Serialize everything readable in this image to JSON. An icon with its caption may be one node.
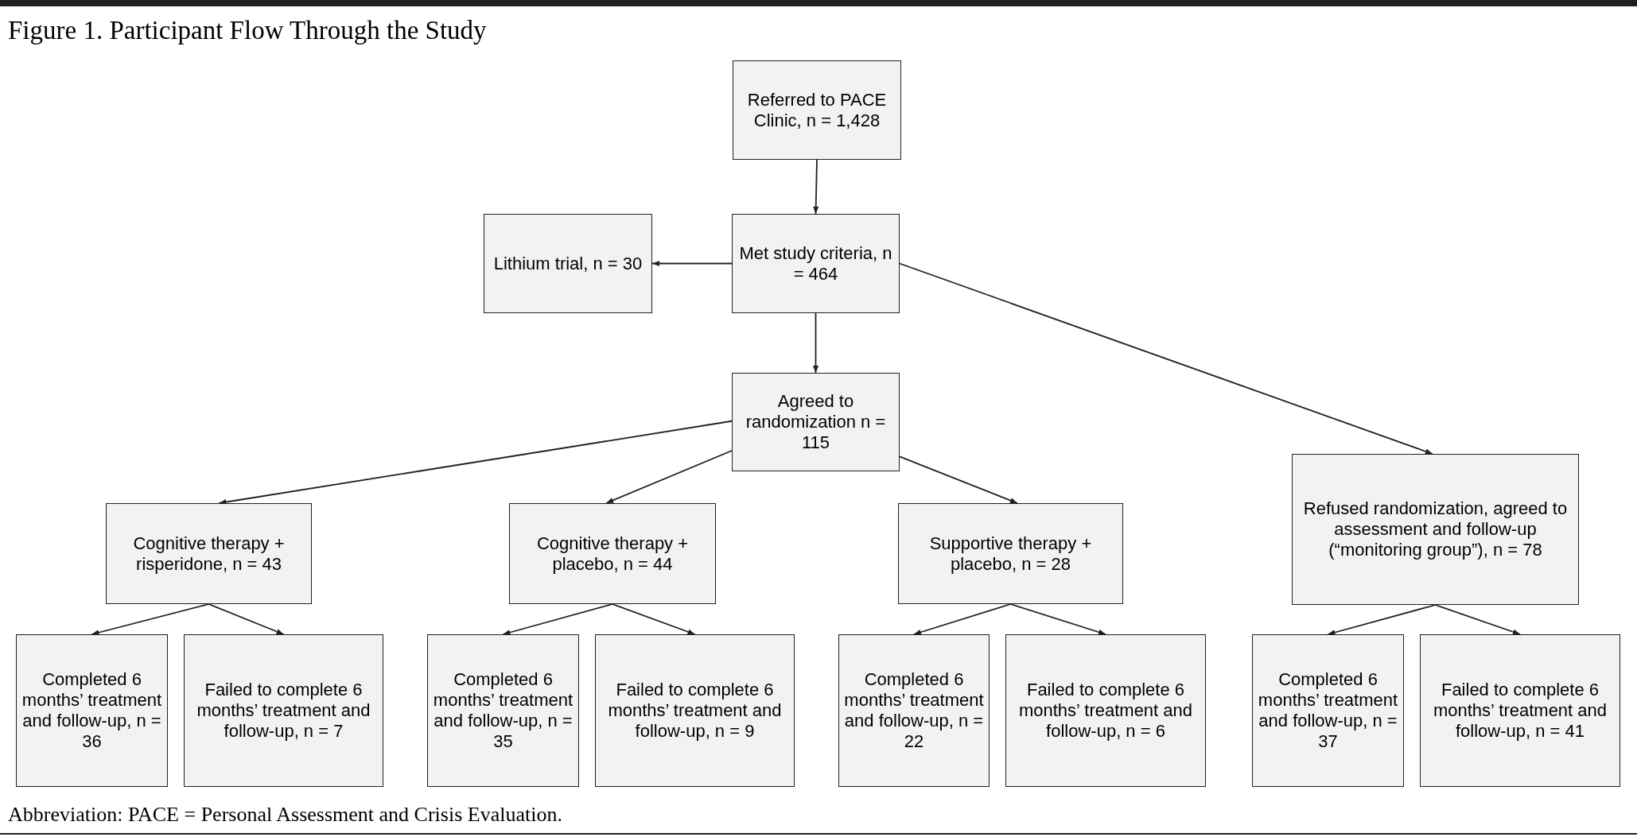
{
  "diagram": {
    "title": "Figure 1. Participant Flow Through the Study",
    "caption": "Abbreviation: PACE = Personal Assessment and Crisis Evaluation.",
    "nodes": [
      {
        "text": [
          "Referred to PACE Clinic, n = 1,428"
        ]
      },
      {
        "text": [
          "Lithium trial, n = 30"
        ]
      },
      {
        "text": [
          "Met study criteria, n = 464"
        ]
      },
      {
        "text": [
          "Agreed to randomization n = 115"
        ]
      },
      {
        "text": [
          "Cognitive therapy + risperidone, n = 43"
        ]
      },
      {
        "text": [
          "Cognitive therapy + placebo, n = 44"
        ]
      },
      {
        "text": [
          "Supportive therapy + placebo, n = 28"
        ]
      },
      {
        "text": [
          "Refused randomization, agreed to assessment and follow-up (“monitoring group”), n = 78"
        ]
      },
      {
        "text": [
          "Completed 6 months’ treatment and follow-up, n = 36"
        ]
      },
      {
        "text": [
          "Failed to complete 6 months’ treatment and follow-up, n = 7"
        ]
      },
      {
        "text": [
          "Completed 6 months’ treatment and follow-up, n = 35"
        ]
      },
      {
        "text": [
          "Failed to complete 6 months’ treatment and follow-up, n = 9"
        ]
      },
      {
        "text": [
          "Completed 6 months’ treatment and follow-up, n = 22"
        ]
      },
      {
        "text": [
          "Failed to complete 6 months’ treatment and follow-up, n = 6"
        ]
      },
      {
        "text": [
          "Completed 6 months’ treatment and follow-up, n = 37"
        ]
      },
      {
        "text": [
          "Failed to complete 6 months’ treatment and follow-up, n = 41"
        ]
      }
    ],
    "edges": [
      {
        "from": 0,
        "to": 2,
        "arrow": "to"
      },
      {
        "from": 2,
        "to": 1,
        "arrow": "to"
      },
      {
        "from": 2,
        "to": 3,
        "arrow": "to"
      },
      {
        "from": 2,
        "to": 7,
        "arrow": "to"
      },
      {
        "from": 3,
        "to": 4,
        "arrow": "to"
      },
      {
        "from": 3,
        "to": 5,
        "arrow": "to"
      },
      {
        "from": 3,
        "to": 6,
        "arrow": "to"
      },
      {
        "from": 4,
        "to": 8,
        "arrow": "to"
      },
      {
        "from": 4,
        "to": 9,
        "arrow": "to"
      },
      {
        "from": 5,
        "to": 10,
        "arrow": "to"
      },
      {
        "from": 5,
        "to": 11,
        "arrow": "to"
      },
      {
        "from": 6,
        "to": 12,
        "arrow": "to"
      },
      {
        "from": 6,
        "to": 13,
        "arrow": "to"
      },
      {
        "from": 7,
        "to": 14,
        "arrow": "to"
      },
      {
        "from": 7,
        "to": 15,
        "arrow": "to"
      }
    ]
  }
}
